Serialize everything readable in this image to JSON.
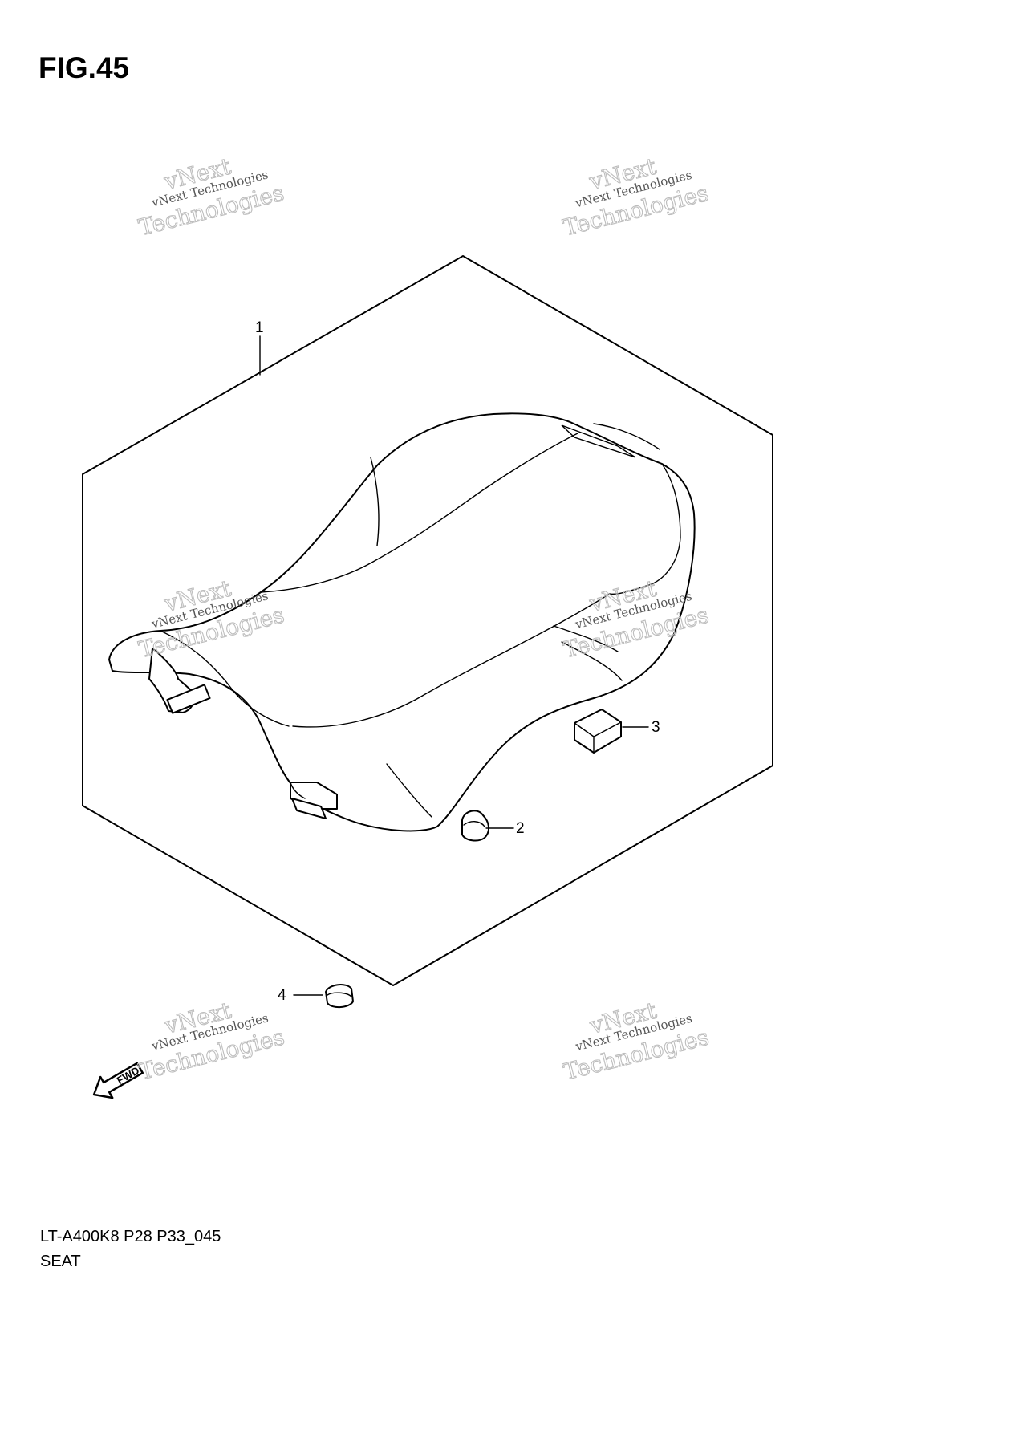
{
  "figure": {
    "title": "FIG.45"
  },
  "callouts": [
    {
      "id": "1",
      "label": "1"
    },
    {
      "id": "2",
      "label": "2"
    },
    {
      "id": "3",
      "label": "3"
    },
    {
      "id": "4",
      "label": "4"
    }
  ],
  "watermark": {
    "line1": "vNext",
    "line2": "vNext Technologies",
    "line3": "Technologies"
  },
  "direction_marker": {
    "label": "FWD",
    "icon": "arrow-left-icon"
  },
  "footer": {
    "model_code": "LT-A400K8 P28 P33_045",
    "section_name": "SEAT"
  }
}
